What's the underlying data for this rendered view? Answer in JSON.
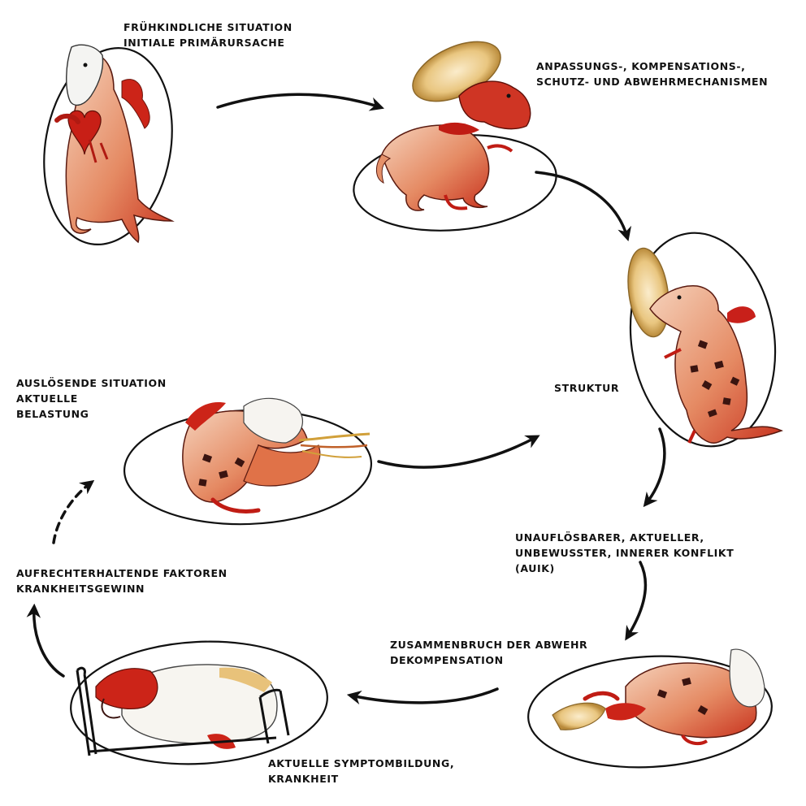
{
  "labels": {
    "early_childhood": [
      "FRÜHKINDLICHE SITUATION",
      "INITIALE PRIMÄRURSACHE"
    ],
    "mechanisms": [
      "ANPASSUNGS-, KOMPENSATIONS-,",
      "SCHUTZ- UND ABWEHRMECHANISMEN"
    ],
    "structure": [
      "STRUKTUR"
    ],
    "trigger": [
      "AUSLÖSENDE SITUATION",
      "AKTUELLE",
      "BELASTUNG"
    ],
    "conflict": [
      "UNAUFLÖSBARER, AKTUELLER,",
      "UNBEWUSSTER, INNERER KONFLIKT",
      "(AUIK)"
    ],
    "maintaining": [
      "AUFRECHTERHALTENDE FAKTOREN",
      "KRANKHEITSGEWINN"
    ],
    "breakdown": [
      "ZUSAMMENBRUCH DER ABWEHR",
      "DEKOMPENSATION"
    ],
    "symptoms": [
      "AKTUELLE SYMPTOMBILDUNG,",
      "KRANKHEIT"
    ]
  },
  "colors": {
    "ink": "#111111",
    "dragon_red": "#c8201a",
    "dragon_orange": "#e0764a",
    "dragon_pale": "#f3c9b0",
    "shield": "#e8c27a"
  },
  "figures": [
    "baby-dragon-with-heart",
    "dragon-with-shield",
    "dragon-with-mirror-shield",
    "dragon-blowing-fire",
    "dragon-in-bed",
    "collapsed-dragon"
  ]
}
